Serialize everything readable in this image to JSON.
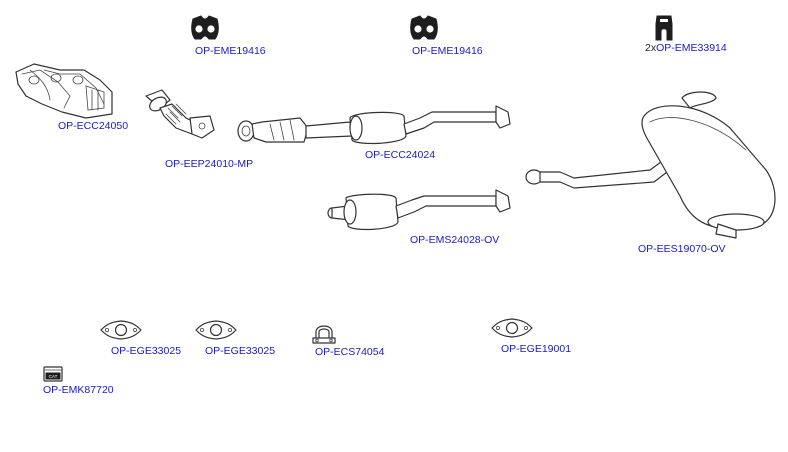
{
  "parts": [
    {
      "id": "hanger-1",
      "code": "OP-EME19416",
      "qty": "",
      "icon": "rubber-hanger-icon"
    },
    {
      "id": "hanger-2",
      "code": "OP-EME19416",
      "qty": "",
      "icon": "rubber-hanger-icon"
    },
    {
      "id": "hanger-3",
      "code": "OP-EME33914",
      "qty": "2x",
      "icon": "rubber-mount-icon"
    },
    {
      "id": "manifold",
      "code": "OP-ECC24050",
      "qty": "",
      "icon": "exhaust-manifold-icon"
    },
    {
      "id": "flex-pipe",
      "code": "OP-EEP24010-MP",
      "qty": "",
      "icon": "flex-pipe-icon"
    },
    {
      "id": "catalytic-converter",
      "code": "OP-ECC24024",
      "qty": "",
      "icon": "catalytic-converter-icon"
    },
    {
      "id": "centre-silencer",
      "code": "OP-EMS24028-OV",
      "qty": "",
      "icon": "centre-silencer-icon"
    },
    {
      "id": "rear-silencer",
      "code": "OP-EES19070-OV",
      "qty": "",
      "icon": "rear-silencer-icon"
    },
    {
      "id": "gasket-1",
      "code": "OP-EGE33025",
      "qty": "",
      "icon": "gasket-icon"
    },
    {
      "id": "gasket-2",
      "code": "OP-EGE33025",
      "qty": "",
      "icon": "gasket-icon"
    },
    {
      "id": "clamp",
      "code": "OP-ECS74054",
      "qty": "",
      "icon": "clamp-icon"
    },
    {
      "id": "gasket-3",
      "code": "OP-EGE19001",
      "qty": "",
      "icon": "gasket-icon"
    },
    {
      "id": "mounting-kit",
      "code": "OP-EMK87720",
      "qty": "",
      "icon": "mounting-kit-icon"
    }
  ],
  "kit_badge": "CAT",
  "colors": {
    "label": "#1a1acc",
    "outline": "#333333",
    "background": "#ffffff"
  }
}
